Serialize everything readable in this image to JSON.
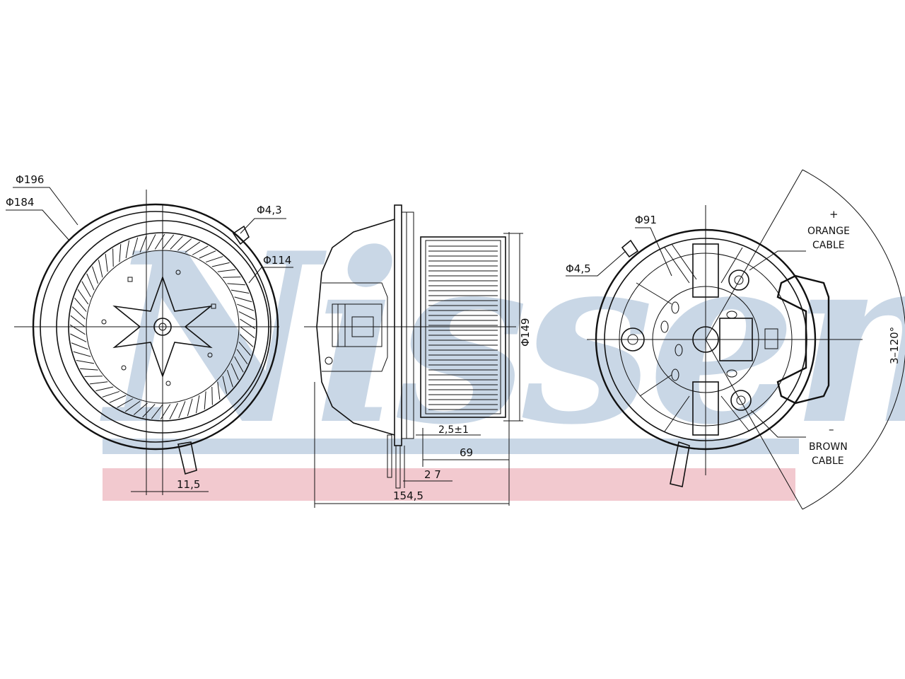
{
  "watermark": {
    "text": "Nissens",
    "text_color": "#c9d7e6",
    "bar_blue": "#c9d7e6",
    "bar_red": "#f2c9cf"
  },
  "front_view": {
    "labels": {
      "d196": "Φ196",
      "d184": "Φ184",
      "d43": "Φ4,3",
      "d114": "Φ114",
      "w115": "11,5"
    }
  },
  "side_view": {
    "labels": {
      "d149": "Φ149",
      "w25": "2,5±1",
      "w69": "69",
      "w27": "2 7",
      "w1545": "154,5"
    }
  },
  "rear_view": {
    "labels": {
      "d91": "Φ91",
      "d45": "Φ4,5",
      "plus": "+",
      "orange1": "ORANGE",
      "orange2": "CABLE",
      "minus": "–",
      "brown1": "BROWN",
      "brown2": "CABLE",
      "angle": "3–120°"
    }
  },
  "colors": {
    "line": "#111111",
    "background": "#ffffff"
  }
}
